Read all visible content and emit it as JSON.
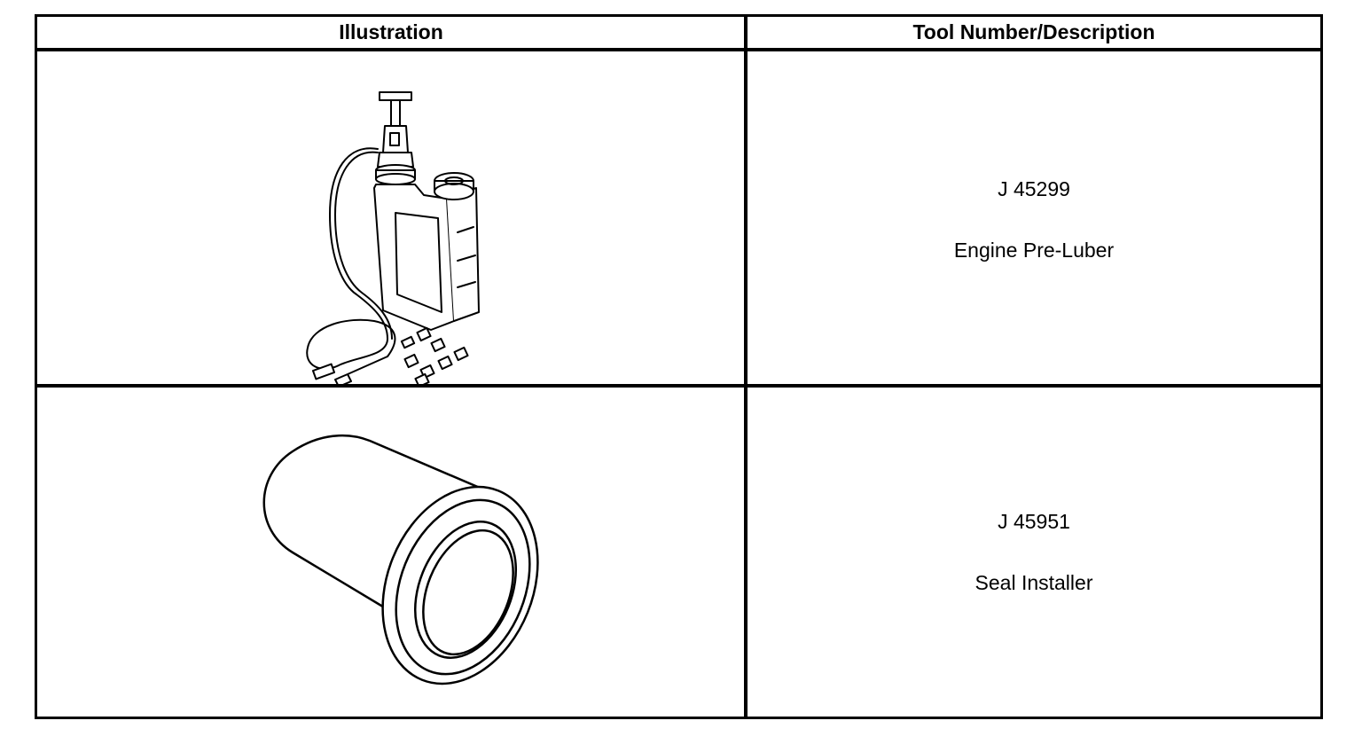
{
  "table": {
    "headers": {
      "illustration": "Illustration",
      "description": "Tool Number/Description"
    },
    "rows": [
      {
        "tool_number": "J 45299",
        "description": "Engine Pre-Luber",
        "illustration_icon": "engine-pre-luber-icon"
      },
      {
        "tool_number": "J 45951",
        "description": "Seal Installer",
        "illustration_icon": "seal-installer-icon"
      }
    ]
  }
}
